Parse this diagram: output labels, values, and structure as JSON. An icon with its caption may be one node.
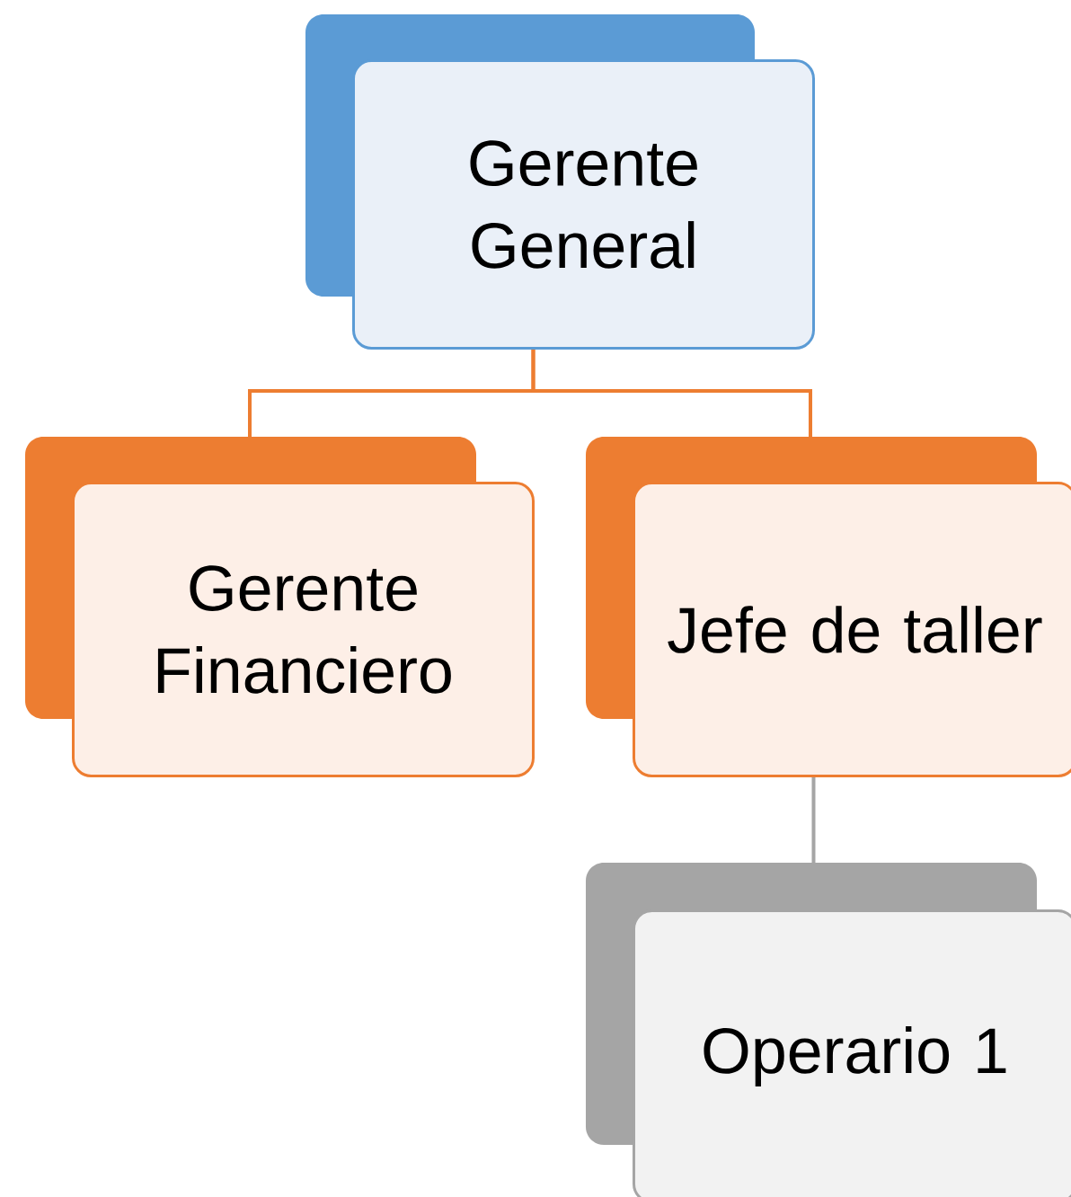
{
  "diagram": {
    "nodes": [
      {
        "text": [
          "Gerente General"
        ]
      },
      {
        "text": [
          "Gerente Financiero"
        ]
      },
      {
        "text": [
          "Jefe de taller"
        ]
      },
      {
        "text": [
          "Operario 1"
        ]
      }
    ],
    "edges": [
      {
        "from": 0,
        "to": 1,
        "arrow": "none"
      },
      {
        "from": 0,
        "to": 2,
        "arrow": "none"
      },
      {
        "from": 2,
        "to": 3,
        "arrow": "none",
        "color": "#a5a5a5"
      }
    ]
  }
}
